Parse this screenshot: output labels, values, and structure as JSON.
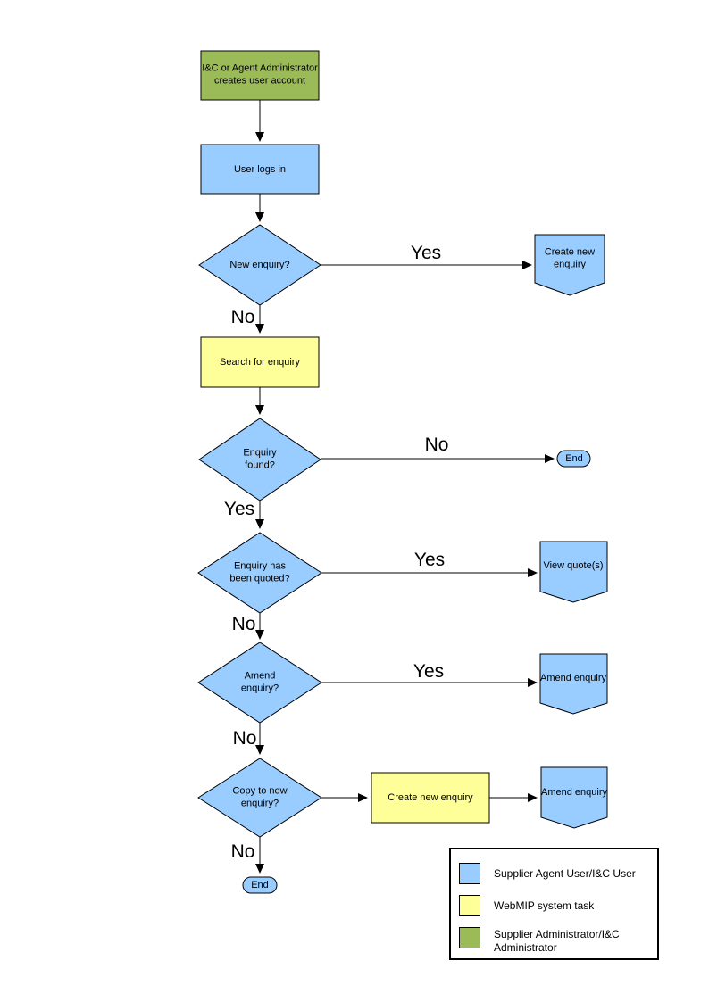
{
  "colors": {
    "actor_blue": "#99CCFF",
    "system_yellow": "#FFFF99",
    "admin_green": "#9BBB59",
    "line": "#000000",
    "background": "#FFFFFF"
  },
  "nodes": {
    "create_account": {
      "label": "I&C or Agent Administrator creates user account",
      "type": "process",
      "role": "admin_green"
    },
    "user_logs_in": {
      "label": "User logs in",
      "type": "process",
      "role": "actor_blue"
    },
    "new_enquiry": {
      "label": "New enquiry?",
      "type": "decision",
      "role": "actor_blue"
    },
    "create_new_enquiry_top": {
      "label": "Create new enquiry",
      "type": "off-page",
      "role": "actor_blue"
    },
    "search_for_enquiry": {
      "label": "Search for enquiry",
      "type": "process",
      "role": "system_yellow"
    },
    "enquiry_found": {
      "label": "Enquiry found?",
      "type": "decision",
      "role": "actor_blue"
    },
    "end_right": {
      "label": "End",
      "type": "terminator",
      "role": "actor_blue"
    },
    "enquiry_quoted": {
      "label": "Enquiry has been quoted?",
      "type": "decision",
      "role": "actor_blue"
    },
    "view_quotes": {
      "label": "View quote(s)",
      "type": "off-page",
      "role": "actor_blue"
    },
    "amend_enquiry_q": {
      "label": "Amend enquiry?",
      "type": "decision",
      "role": "actor_blue"
    },
    "amend_enquiry_1": {
      "label": "Amend enquiry",
      "type": "off-page",
      "role": "actor_blue"
    },
    "copy_to_new_enquiry": {
      "label": "Copy to new enquiry?",
      "type": "decision",
      "role": "actor_blue"
    },
    "create_new_enquiry_mid": {
      "label": "Create new enquiry",
      "type": "process",
      "role": "system_yellow"
    },
    "amend_enquiry_2": {
      "label": "Amend enquiry",
      "type": "off-page",
      "role": "actor_blue"
    },
    "end_bottom": {
      "label": "End",
      "type": "terminator",
      "role": "actor_blue"
    }
  },
  "edge_labels": {
    "new_enquiry_yes": "Yes",
    "new_enquiry_no": "No",
    "enquiry_found_no": "No",
    "enquiry_found_yes": "Yes",
    "quoted_yes": "Yes",
    "quoted_no": "No",
    "amend_yes": "Yes",
    "amend_no": "No",
    "copy_no": "No"
  },
  "legend": {
    "items": [
      {
        "color_key": "actor_blue",
        "label": "Supplier Agent User/I&C User"
      },
      {
        "color_key": "system_yellow",
        "label": "WebMIP system task"
      },
      {
        "color_key": "admin_green",
        "label": "Supplier Administrator/I&C Administrator"
      }
    ]
  }
}
